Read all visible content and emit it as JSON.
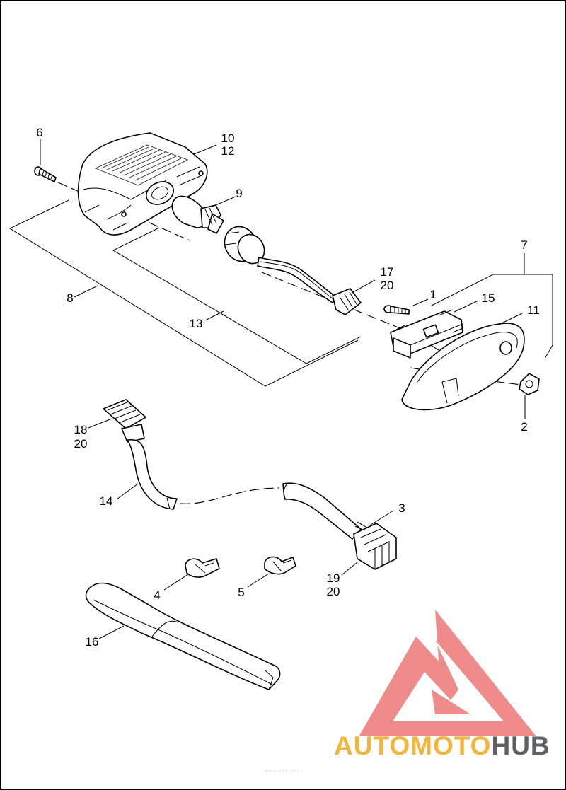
{
  "diagram": {
    "callouts": [
      {
        "id": "1",
        "label": "1"
      },
      {
        "id": "2",
        "label": "2"
      },
      {
        "id": "3",
        "label": "3"
      },
      {
        "id": "4",
        "label": "4"
      },
      {
        "id": "5",
        "label": "5"
      },
      {
        "id": "6",
        "label": "6"
      },
      {
        "id": "7",
        "label": "7"
      },
      {
        "id": "8",
        "label": "8"
      },
      {
        "id": "9",
        "label": "9"
      },
      {
        "id": "10",
        "label": "10"
      },
      {
        "id": "11",
        "label": "11"
      },
      {
        "id": "12",
        "label": "12"
      },
      {
        "id": "13",
        "label": "13"
      },
      {
        "id": "14",
        "label": "14"
      },
      {
        "id": "15",
        "label": "15"
      },
      {
        "id": "16",
        "label": "16"
      },
      {
        "id": "17",
        "label": "17"
      },
      {
        "id": "18",
        "label": "18"
      },
      {
        "id": "19",
        "label": "19"
      },
      {
        "id": "20a",
        "label": "20"
      },
      {
        "id": "20b",
        "label": "20"
      },
      {
        "id": "20c",
        "label": "20"
      }
    ]
  },
  "watermark": {
    "text_part1": "AUTOMOTO",
    "text_part2": "HUB",
    "color_part1": "#f4b53d",
    "color_part2": "#5f6063",
    "logo_color": "#ef8b8b"
  },
  "footer": {
    "fine_print": "·· ·· · · ··· · · · · · ·"
  }
}
